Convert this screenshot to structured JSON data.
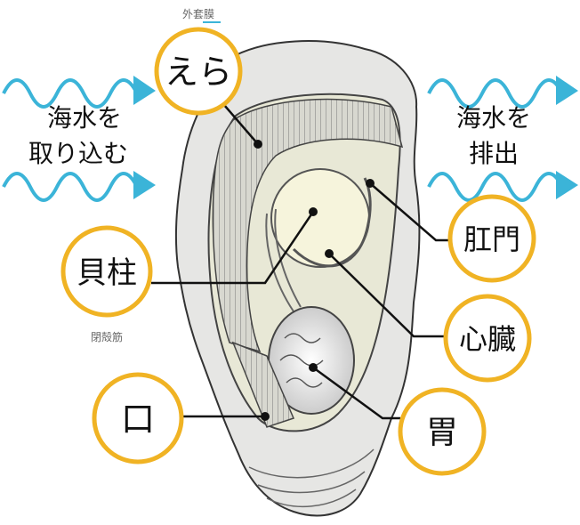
{
  "labels": {
    "gill": "えら",
    "mantle": "外套膜",
    "adductor": "貝柱",
    "adductor_sub": "閉殻筋",
    "mouth": "口",
    "anus": "肛門",
    "heart": "心臓",
    "stomach": "胃"
  },
  "flow": {
    "intake_line1": "海水を",
    "intake_line2": "取り込む",
    "outflow_line1": "海水を",
    "outflow_line2": "排出"
  },
  "colors": {
    "wave": "#3bb4d8",
    "circle_ring": "#f0b324",
    "shell": "#e6e6e4",
    "body": "#e8e8d6"
  }
}
